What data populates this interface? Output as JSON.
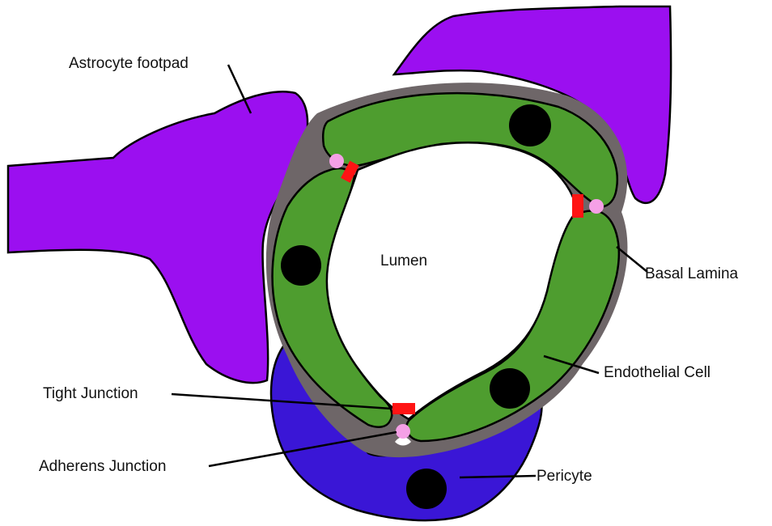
{
  "labels": {
    "astrocyte": "Astrocyte footpad",
    "lumen": "Lumen",
    "basal_lamina": "Basal Lamina",
    "endothelial": "Endothelial Cell",
    "tight_junction": "Tight Junction",
    "adherens_junction": "Adherens Junction",
    "pericyte": "Pericyte"
  },
  "colors": {
    "astrocyte": "#9b0ff0",
    "pericyte": "#3a16d6",
    "endothelial": "#4e9d2f",
    "basal_lamina": "#6e6668",
    "nucleus": "#000000",
    "tight_junction": "#ff1414",
    "adherens_junction": "#f5a0e6",
    "outline": "#000000"
  }
}
